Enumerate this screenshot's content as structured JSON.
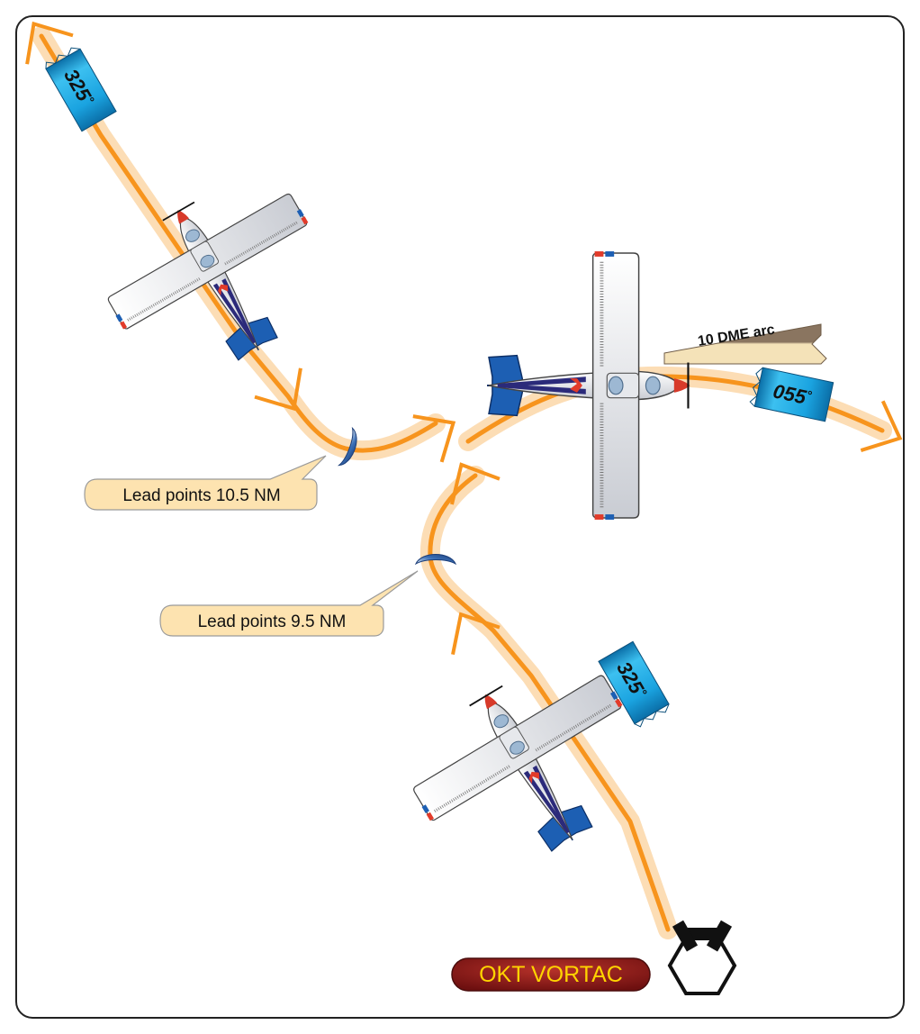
{
  "diagram": {
    "headings": {
      "first_leg": "325°",
      "final_leg": "055°",
      "inbound_leg": "325°"
    },
    "heading_parts": {
      "first_leg_num": "325",
      "final_leg_num": "055",
      "inbound_leg_num": "325",
      "degree": "°"
    },
    "arc_label": "10 DME arc",
    "lead_points": [
      {
        "label": "Lead points 10.5 NM"
      },
      {
        "label": "Lead points 9.5 NM"
      }
    ],
    "station_label": "OKT VORTAC",
    "colors": {
      "path_orange": "#f7941d",
      "path_glow": "#fbd7a8",
      "heading_tag": "#1aa3e0",
      "heading_tag_dark": "#0b6fa8",
      "callout_fill": "#fde3b0",
      "station_badge": "#8b1a1a",
      "station_text": "#ffd400",
      "arc_band": "#8a7560",
      "arc_band_light": "#f4e2b8",
      "aircraft_tail": "#1d5fb3",
      "aircraft_stripe": "#2b2a7a"
    },
    "icons": [
      "aircraft-icon",
      "vortac-icon",
      "arrowhead-icon",
      "lead-point-marker-icon"
    ]
  }
}
